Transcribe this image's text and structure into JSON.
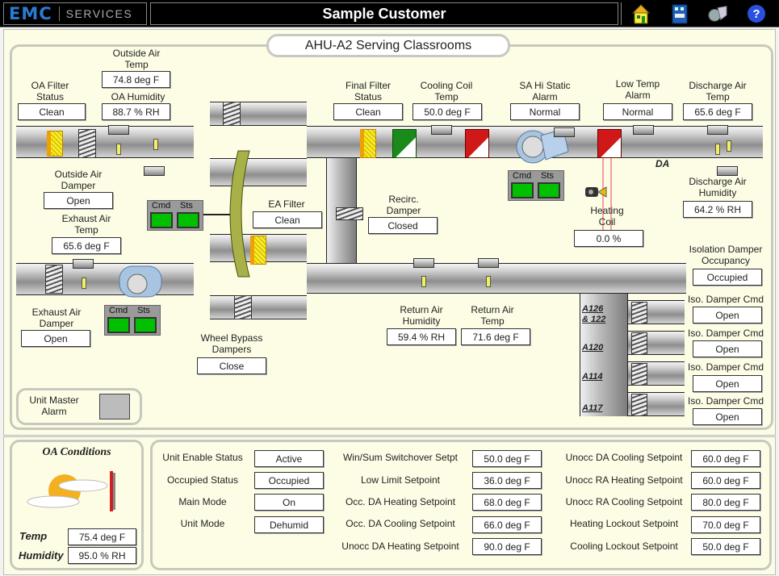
{
  "header": {
    "logo_brand": "EMC",
    "logo_sub": "SERVICES",
    "title": "Sample Customer",
    "icons": [
      "home-icon",
      "building-icon",
      "tools-icon",
      "help-icon"
    ]
  },
  "diagram": {
    "title": "AHU-A2 Serving Classrooms",
    "points": {
      "oa_filter_status": {
        "label": "OA Filter Status",
        "value": "Clean"
      },
      "outside_air_temp": {
        "label": "Outside Air Temp",
        "value": "74.8 deg F"
      },
      "oa_humidity": {
        "label": "OA Humidity",
        "value": "88.7 % RH"
      },
      "outside_air_damper": {
        "label": "Outside Air Damper",
        "value": "Open"
      },
      "exhaust_air_temp": {
        "label": "Exhaust Air Temp",
        "value": "65.6 deg F"
      },
      "ea_filter": {
        "label": "EA Filter",
        "value": "Clean"
      },
      "exhaust_air_damper": {
        "label": "Exhaust Air Damper",
        "value": "Open"
      },
      "wheel_bypass_dampers": {
        "label": "Wheel Bypass Dampers",
        "value": "Close"
      },
      "final_filter_status": {
        "label": "Final Filter Status",
        "value": "Clean"
      },
      "cooling_coil_temp": {
        "label": "Cooling Coil Temp",
        "value": "50.0 deg F"
      },
      "sa_hi_static_alarm": {
        "label": "SA Hi Static Alarm",
        "value": "Normal"
      },
      "low_temp_alarm": {
        "label": "Low Temp Alarm",
        "value": "Normal"
      },
      "discharge_air_temp": {
        "label": "Discharge Air Temp",
        "value": "65.6 deg F"
      },
      "discharge_air_humidity": {
        "label": "Discharge Air Humidity",
        "value": "64.2 % RH"
      },
      "recirc_damper": {
        "label": "Recirc. Damper",
        "value": "Closed"
      },
      "heating_coil": {
        "label": "Heating Coil",
        "value": "0.0 %"
      },
      "return_air_humidity": {
        "label": "Return Air Humidity",
        "value": "59.4 % RH"
      },
      "return_air_temp": {
        "label": "Return Air Temp",
        "value": "71.6 deg F"
      },
      "isolation_damper_occupancy": {
        "label": "Isolation Damper Occupancy",
        "value": "Occupied"
      }
    },
    "cmd_label": "Cmd",
    "sts_label": "Sts",
    "da_label": "DA",
    "rooms": [
      {
        "name": "A126 & 122",
        "cmd_label": "Iso. Damper Cmd",
        "cmd_value": "Open"
      },
      {
        "name": "A120",
        "cmd_label": "Iso. Damper Cmd",
        "cmd_value": "Open"
      },
      {
        "name": "A114",
        "cmd_label": "Iso. Damper Cmd",
        "cmd_value": "Open"
      },
      {
        "name": "A117",
        "cmd_label": "Iso. Damper Cmd",
        "cmd_value": "Open"
      }
    ],
    "unit_master_alarm": "Unit Master Alarm"
  },
  "oa_conditions": {
    "title": "OA Conditions",
    "temp_label": "Temp",
    "temp_value": "75.4 deg F",
    "humidity_label": "Humidity",
    "humidity_value": "95.0 % RH"
  },
  "status": {
    "col1": [
      {
        "label": "Unit Enable Status",
        "value": "Active"
      },
      {
        "label": "Occupied Status",
        "value": "Occupied"
      },
      {
        "label": "Main Mode",
        "value": "On"
      },
      {
        "label": "Unit Mode",
        "value": "Dehumid"
      }
    ],
    "col2": [
      {
        "label": "Win/Sum Switchover Setpt",
        "value": "50.0 deg F"
      },
      {
        "label": "Low Limit Setpoint",
        "value": "36.0 deg F"
      },
      {
        "label": "Occ. DA Heating Setpoint",
        "value": "68.0 deg F"
      },
      {
        "label": "Occ. DA Cooling Setpoint",
        "value": "66.0 deg F"
      },
      {
        "label": "Unocc DA Heating Setpoint",
        "value": "90.0 deg F"
      }
    ],
    "col3": [
      {
        "label": "Unocc DA Cooling Setpoint",
        "value": "60.0 deg F"
      },
      {
        "label": "Unocc RA Heating Setpoint",
        "value": "60.0 deg F"
      },
      {
        "label": "Unocc RA Cooling Setpoint",
        "value": "80.0 deg F"
      },
      {
        "label": "Heating Lockout Setpoint",
        "value": "70.0 deg F"
      },
      {
        "label": "Cooling Lockout Setpoint",
        "value": "50.0 deg F"
      }
    ]
  }
}
